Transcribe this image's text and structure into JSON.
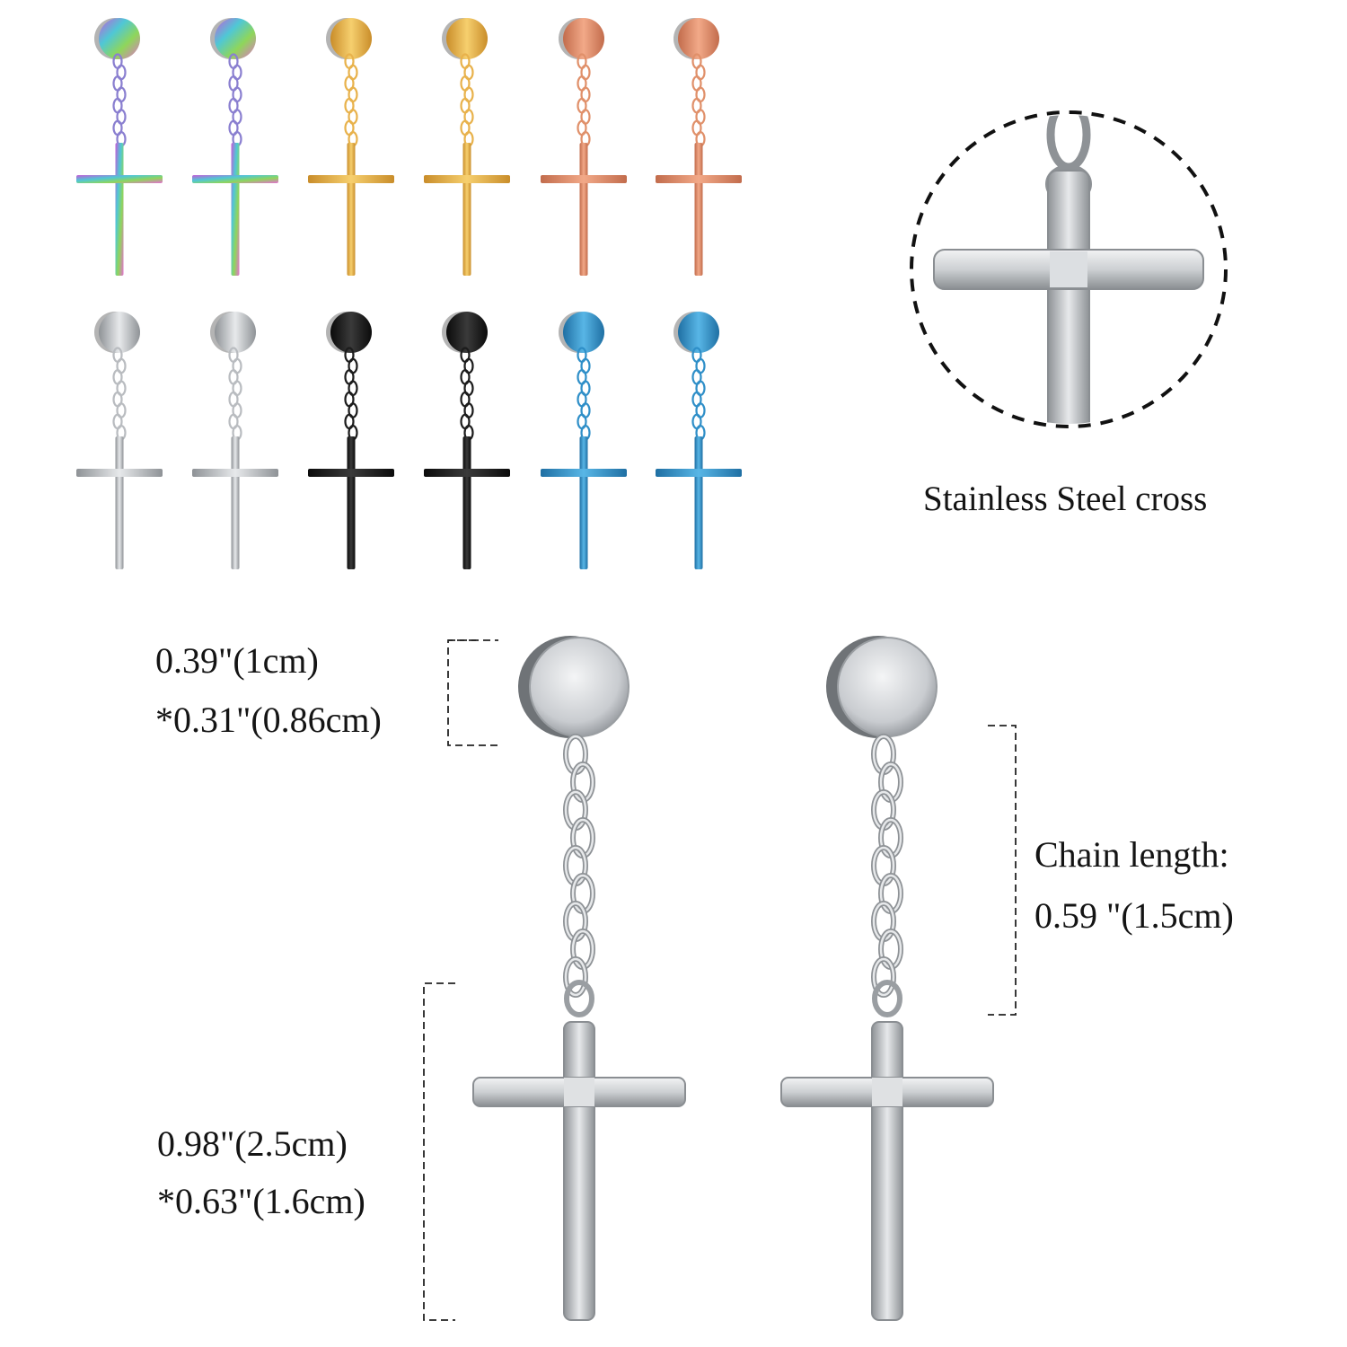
{
  "caption": "Stainless Steel cross",
  "stud_size": {
    "line1": "0.39\"(1cm)",
    "line2": "*0.31\"(0.86cm)"
  },
  "cross_size": {
    "line1": "0.98\"(2.5cm)",
    "line2": "*0.63\"(1.6cm)"
  },
  "chain": {
    "label": "Chain length:",
    "value": "0.59 \"(1.5cm)"
  },
  "finishes": [
    {
      "name": "rainbow",
      "color": "#8a7fd0"
    },
    {
      "name": "gold",
      "color": "#e8b24c"
    },
    {
      "name": "rose-gold",
      "color": "#e0906a"
    },
    {
      "name": "silver",
      "color": "#b9bcc0"
    },
    {
      "name": "black",
      "color": "#1c1c1c"
    },
    {
      "name": "blue",
      "color": "#2f8fc8"
    }
  ]
}
